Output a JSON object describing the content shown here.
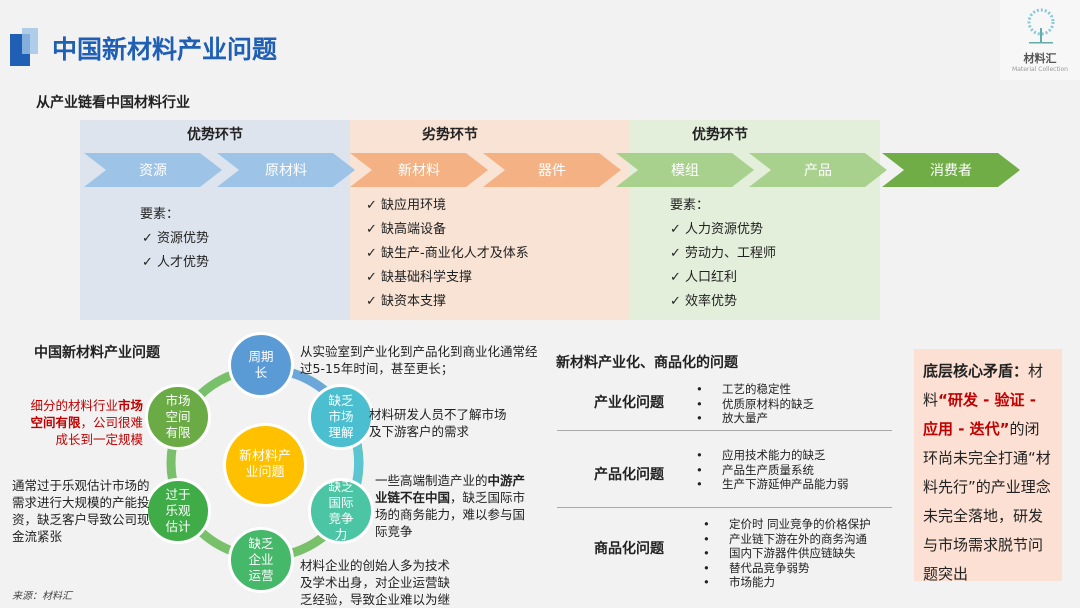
{
  "header": {
    "title": "中国新材料产业问题",
    "logo_text": "材料汇",
    "logo_sub": "Material Collection"
  },
  "chain": {
    "subtitle": "从产业链看中国材料行业",
    "groups": [
      {
        "label": "优势环节"
      },
      {
        "label": "劣势环节"
      },
      {
        "label": "优势环节"
      }
    ],
    "steps": [
      {
        "label": "资源",
        "color": "#9dc3e6"
      },
      {
        "label": "原材料",
        "color": "#9dc3e6"
      },
      {
        "label": "新材料",
        "color": "#f4b183"
      },
      {
        "label": "器件",
        "color": "#f4b183"
      },
      {
        "label": "模组",
        "color": "#a9d18e"
      },
      {
        "label": "产品",
        "color": "#a9d18e"
      },
      {
        "label": "消费者",
        "color": "#70ad47"
      }
    ],
    "left_list": {
      "heading": "要素：",
      "items": [
        "✓  资源优势",
        "✓  人才优势"
      ]
    },
    "mid_list": {
      "items": [
        "✓  缺应用环境",
        "✓  缺高端设备",
        "✓  缺生产-商业化人才及体系",
        "✓  缺基础科学支撑",
        "✓  缺资本支撑"
      ]
    },
    "right_list": {
      "heading": "要素：",
      "items": [
        "✓  人力资源优势",
        "✓  劳动力、工程师",
        "✓  人口红利",
        "✓  效率优势"
      ]
    }
  },
  "cycle": {
    "title": "中国新材料产业问题",
    "center": "新材料产业问题",
    "nodes": [
      {
        "label": "周期长",
        "color": "#5b9bd5",
        "desc": "从实验室到产业化到产品化到商业化通常经过5-15年时间，甚至更长；"
      },
      {
        "label": "缺乏市场理解",
        "color": "#4bbfd0",
        "desc": "材料研发人员不了解市场及下游客户的需求"
      },
      {
        "label": "缺乏国际竞争力",
        "color": "#4cc5a4",
        "desc_pre": "一些高端制造产业的",
        "desc_bold": "中游产业链不在中国",
        "desc_post": "，缺乏国际市场的商务能力，难以参与国际竞争"
      },
      {
        "label": "缺乏企业运营",
        "color": "#45b86a",
        "desc": "材料企业的创始人多为技术及学术出身，对企业运营缺乏经验，导致企业难以为继"
      },
      {
        "label": "过于乐观估计",
        "color": "#3fac48",
        "desc": "通常过于乐观估计市场的需求进行大规模的产能投资，缺乏客户导致公司现金流紧张"
      },
      {
        "label": "市场空间有限",
        "color": "#6aab46",
        "desc_pre": "细分的材料行业",
        "desc_bold": "市场空间有限",
        "desc_post": "，公司很难成长到一定规模"
      }
    ],
    "center_color": "#ffc000"
  },
  "source": "来源：材料汇",
  "issues": {
    "title": "新材料产业化、商品化的问题",
    "rows": [
      {
        "label": "产业化问题",
        "items": [
          "工艺的稳定性",
          "优质原材料的缺乏",
          "放大量产"
        ]
      },
      {
        "label": "产品化问题",
        "items": [
          "应用技术能力的缺乏",
          "产品生产质量系统",
          "生产下游延伸产品能力弱"
        ]
      },
      {
        "label": "商品化问题",
        "items": [
          "定价时 同业竞争的价格保护",
          "产业链下游在外的商务沟通",
          "国内下游器件供应链缺失",
          "替代品竞争弱势",
          "市场能力"
        ]
      }
    ]
  },
  "core": {
    "bold": "底层核心矛盾：",
    "pre": "材料",
    "red": "“研发 - 验证 - 应用 - 迭代”",
    "post": "的闭环尚未完全打通“材料先行”的产业理念未完全落地，研发与市场需求脱节问题突出"
  }
}
